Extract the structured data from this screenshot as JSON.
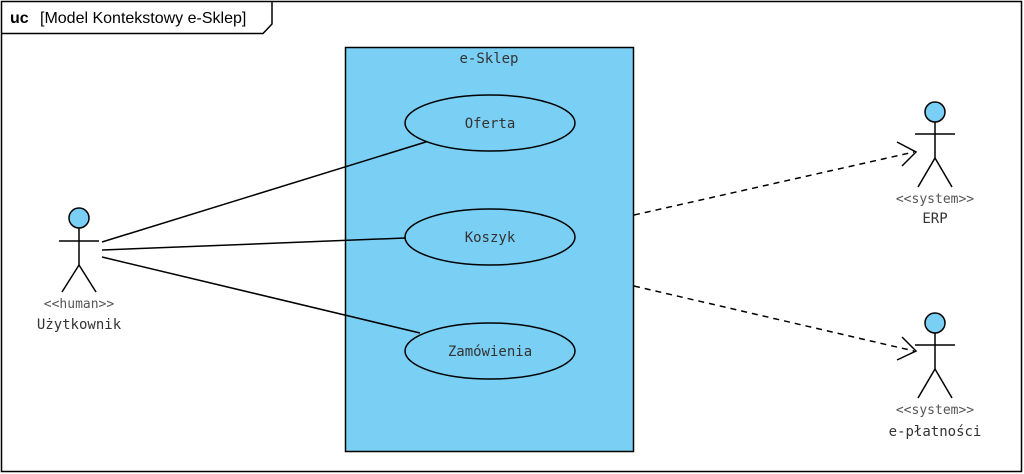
{
  "frame": {
    "keyword": "uc",
    "title": "[Model Kontekstowy e-Sklep]"
  },
  "system_boundary": {
    "label": "e-Sklep",
    "fill": "#7acff5"
  },
  "use_cases": [
    {
      "id": "oferta",
      "label": "Oferta"
    },
    {
      "id": "koszyk",
      "label": "Koszyk"
    },
    {
      "id": "zamowienia",
      "label": "Zamówienia"
    }
  ],
  "actors": [
    {
      "id": "uzytkownik",
      "stereotype": "<<human>>",
      "name": "Użytkownik"
    },
    {
      "id": "erp",
      "stereotype": "<<system>>",
      "name": "ERP"
    },
    {
      "id": "eplatnosci",
      "stereotype": "<<system>>",
      "name": "e-płatności"
    }
  ],
  "associations": [
    {
      "from": "uzytkownik",
      "to": "oferta"
    },
    {
      "from": "uzytkownik",
      "to": "koszyk"
    },
    {
      "from": "uzytkownik",
      "to": "zamowienia"
    }
  ],
  "dependencies": [
    {
      "from": "e-Sklep",
      "to": "erp"
    },
    {
      "from": "e-Sklep",
      "to": "eplatnosci"
    }
  ],
  "colors": {
    "actor_head": "#7acff5",
    "stroke": "#000000",
    "usecase_fill": "#7acff5"
  }
}
